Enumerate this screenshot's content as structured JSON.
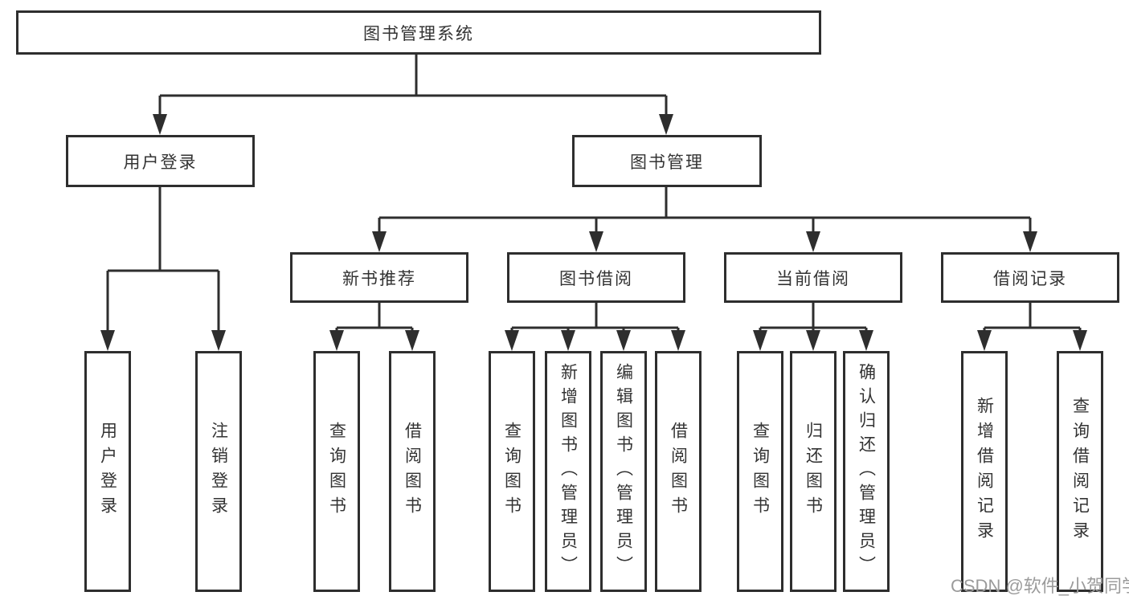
{
  "tree": {
    "root": {
      "label": "图书管理系统"
    },
    "branches": [
      {
        "label": "用户登录",
        "children": [
          {
            "label": "用户登录"
          },
          {
            "label": "注销登录"
          }
        ]
      },
      {
        "label": "图书管理",
        "children": [
          {
            "label": "新书推荐",
            "children": [
              {
                "label": "查询图书"
              },
              {
                "label": "借阅图书"
              }
            ]
          },
          {
            "label": "图书借阅",
            "children": [
              {
                "label": "查询图书"
              },
              {
                "label": "新增图书（管理员）"
              },
              {
                "label": "编辑图书（管理员）"
              },
              {
                "label": "借阅图书"
              }
            ]
          },
          {
            "label": "当前借阅",
            "children": [
              {
                "label": "查询图书"
              },
              {
                "label": "归还图书"
              },
              {
                "label": "确认归还（管理员）"
              }
            ]
          },
          {
            "label": "借阅记录",
            "children": [
              {
                "label": "新增借阅记录"
              },
              {
                "label": "查询借阅记录"
              }
            ]
          }
        ]
      }
    ]
  },
  "watermark": {
    "text": "CSDN @软件_小贺同学"
  },
  "colors": {
    "line": "#2e2e2e",
    "text": "#333333",
    "watermark": "#9b9b9b",
    "background": "#ffffff"
  }
}
